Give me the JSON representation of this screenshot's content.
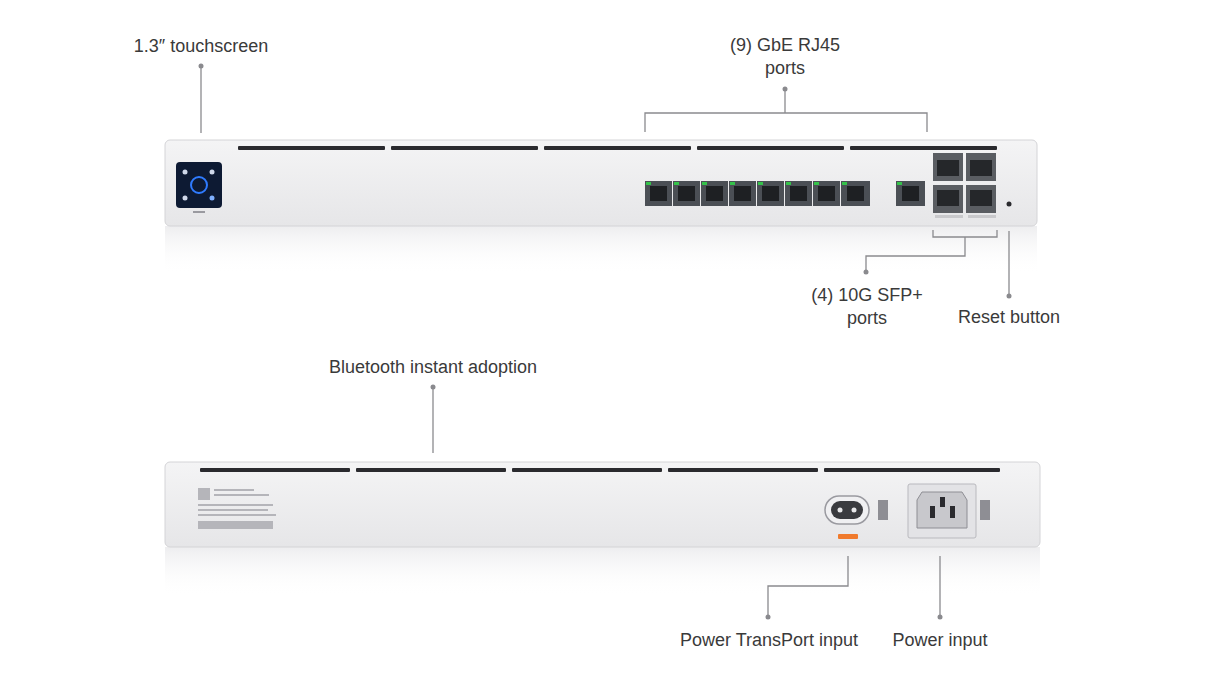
{
  "diagram": {
    "labels": [
      "1.3″ touchscreen",
      "(9) GbE RJ45 ports",
      "(4) 10G SFP+ ports",
      "Reset button",
      "Bluetooth instant adoption",
      "Power TransPort input",
      "Power input"
    ]
  }
}
